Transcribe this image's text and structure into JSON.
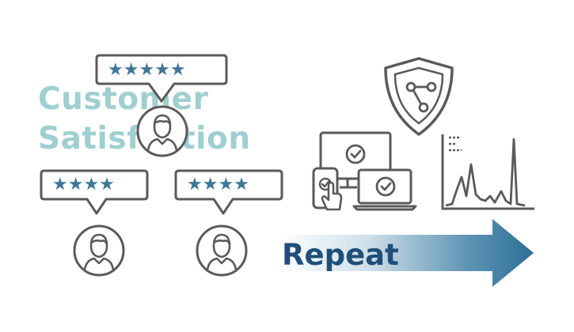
{
  "headline": {
    "line1": "Customer",
    "line2": "Satisfaction"
  },
  "reviews": [
    {
      "rating": 5,
      "stars": "★★★★★"
    },
    {
      "rating": 4,
      "stars": "★★★★"
    },
    {
      "rating": 4,
      "stars": "★★★★"
    }
  ],
  "arrow": {
    "label": "Repeat"
  },
  "colors": {
    "headline": "#9fcfd0",
    "stars": "#3f7797",
    "arrow_dark": "#2d6f94",
    "repeat_text": "#1f4f78",
    "outline": "#5a5a5a"
  },
  "icons": [
    "user-avatar-icon",
    "speech-bubble-icon",
    "star-icon",
    "shield-network-icon",
    "devices-check-icon",
    "line-chart-icon",
    "arrow-right-icon"
  ]
}
